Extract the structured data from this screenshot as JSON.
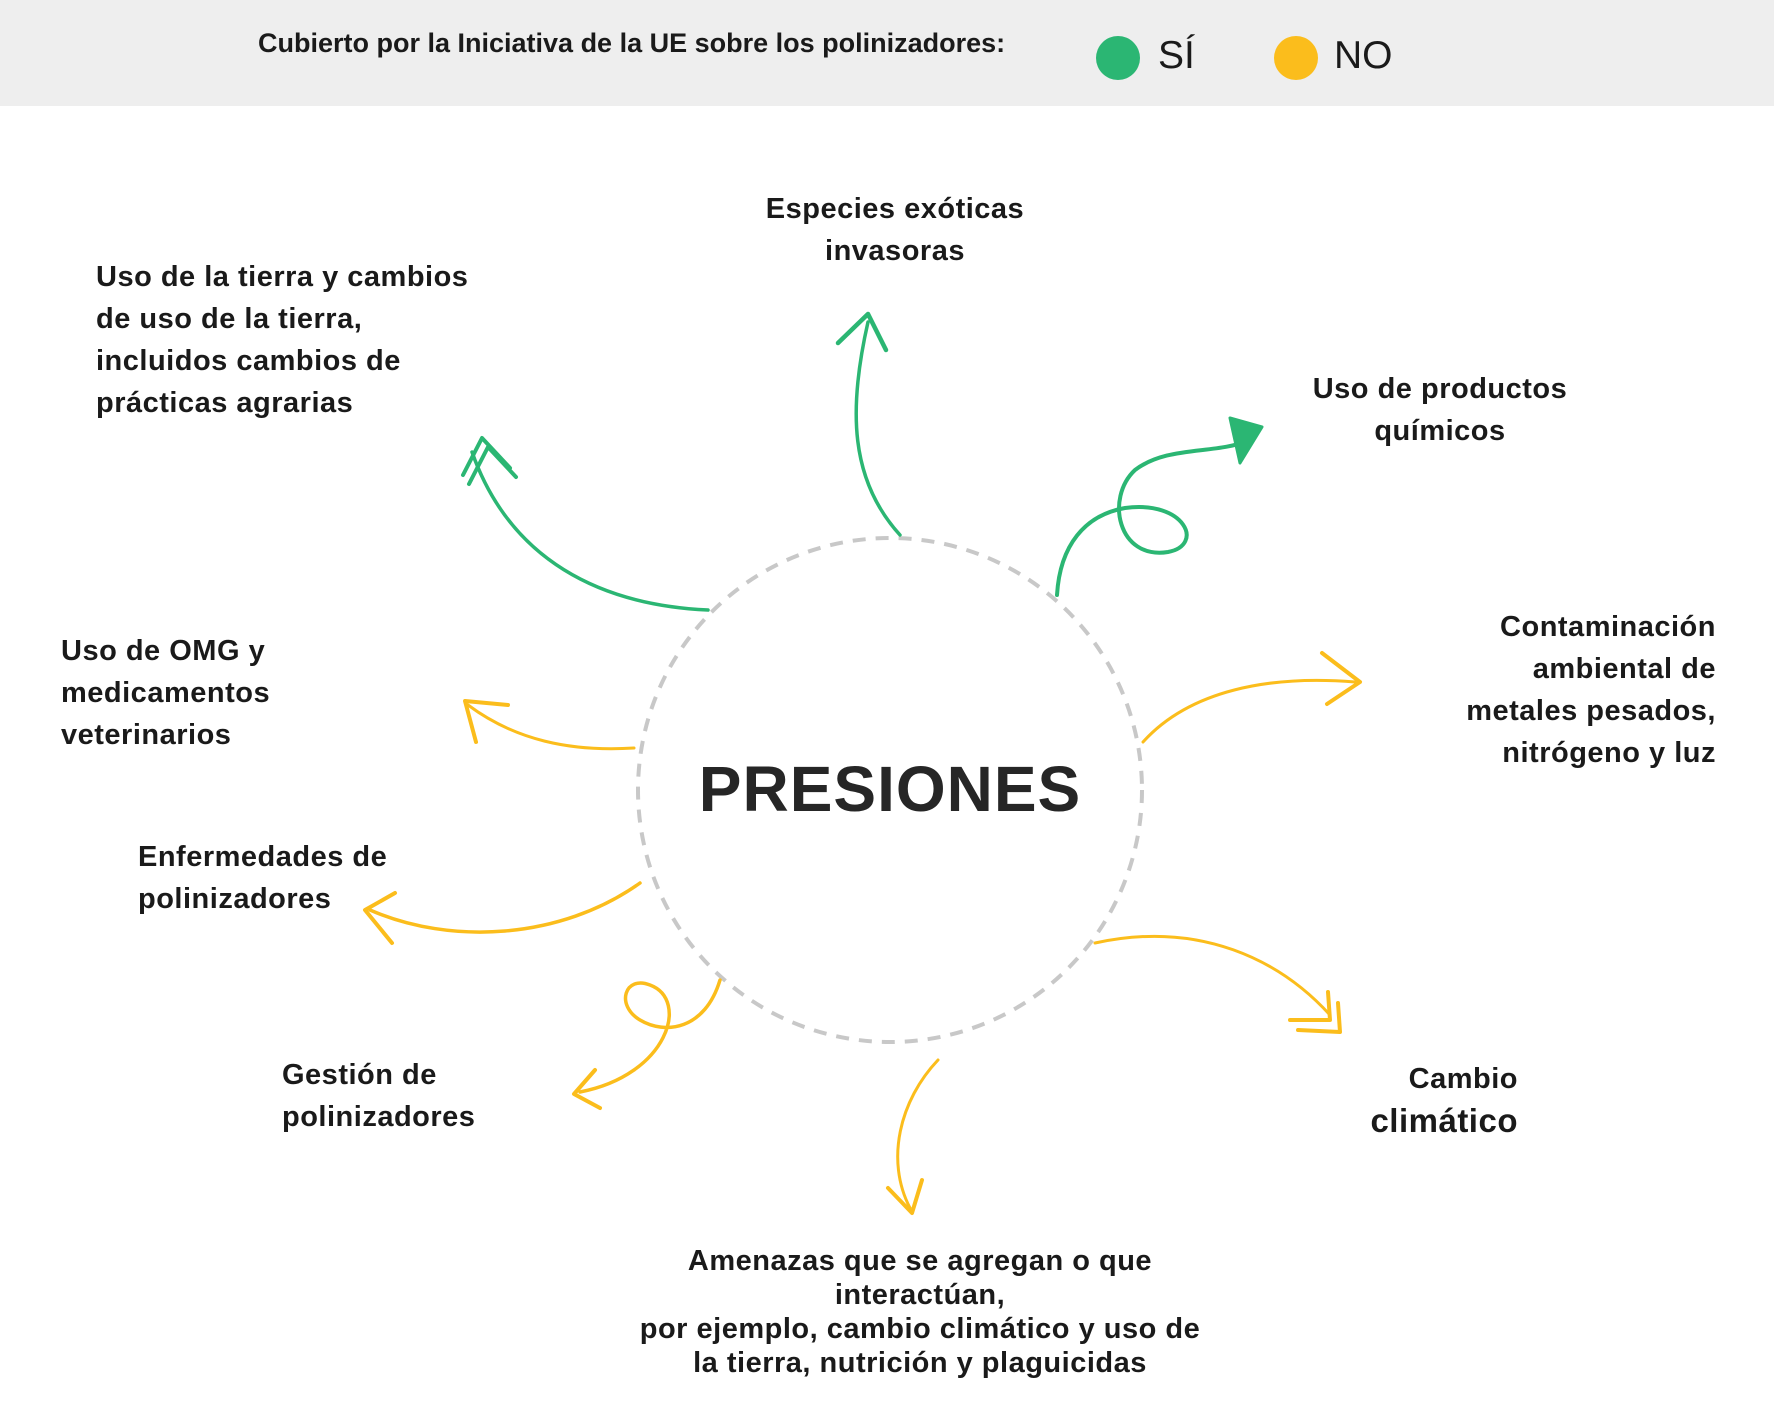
{
  "legend": {
    "title": "Cubierto por la Iniciativa de la UE sobre los polinizadores:",
    "yes_label": "SÍ",
    "no_label": "NO",
    "yes_color": "#2bb673",
    "no_color": "#fbbd1c"
  },
  "center": {
    "title": "PRESIONES"
  },
  "pressures": {
    "land_use": {
      "covered": true,
      "lines": [
        "Uso de la tierra y cambios",
        "de uso de la tierra,",
        "incluidos cambios de",
        "prácticas agrarias"
      ]
    },
    "invasive_species": {
      "covered": true,
      "lines": [
        "Especies exóticas",
        "invasoras"
      ]
    },
    "chemicals": {
      "covered": true,
      "lines": [
        "Uso de productos",
        "químicos"
      ]
    },
    "pollution": {
      "covered": false,
      "lines": [
        "Contaminación",
        "ambiental de",
        "metales pesados,",
        "nitrógeno y luz"
      ]
    },
    "climate_change": {
      "covered": false,
      "lines": [
        "Cambio",
        "climático"
      ]
    },
    "aggregated_threats": {
      "covered": false,
      "lines": [
        "Amenazas que se agregan o que",
        "interactúan,",
        "por ejemplo, cambio climático y uso de",
        "la tierra, nutrición y plaguicidas"
      ]
    },
    "pollinator_management": {
      "covered": false,
      "lines": [
        "Gestión de",
        "polinizadores"
      ]
    },
    "pollinator_diseases": {
      "covered": false,
      "lines": [
        "Enfermedades de",
        "polinizadores"
      ]
    },
    "gmo_vet_medicines": {
      "covered": false,
      "lines": [
        "Uso de OMG y",
        "medicamentos",
        "veterinarios"
      ]
    }
  }
}
